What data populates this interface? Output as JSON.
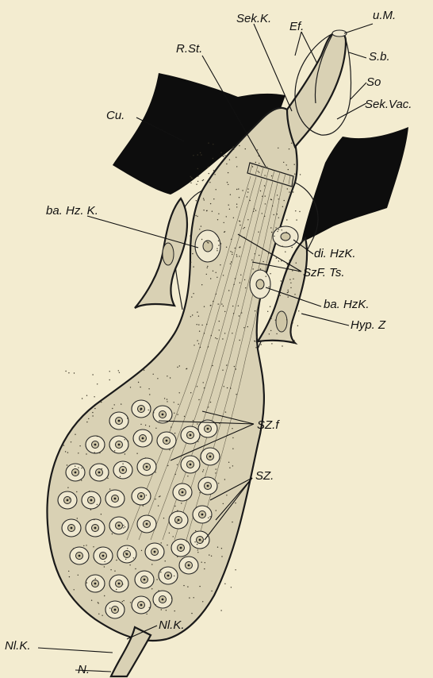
{
  "labels": {
    "u_m": "u.M.",
    "s_b": "S.b.",
    "so": "So",
    "sek_vac": "Sek.Vac.",
    "sek_k": "Sek.K.",
    "ef": "Ef.",
    "r_st": "R.St.",
    "cu": "Cu.",
    "ba_hz_k_left": "ba. Hz. K.",
    "di_hz_k": "di. HzK.",
    "szf_ts": "SzF. Ts.",
    "ba_hz_k_right": "ba. HzK.",
    "hyp_z": "Hyp. Z",
    "sz_f": "SZ.f",
    "sz": "SZ.",
    "nl_k_right": "Nl.K.",
    "nl_k_left": "Nl.K.",
    "n": "N."
  },
  "colors": {
    "paper": "#f3ecd0",
    "ink": "#111111",
    "cuticle": "#0d0d0d",
    "tissue": "#d9d1b4"
  }
}
